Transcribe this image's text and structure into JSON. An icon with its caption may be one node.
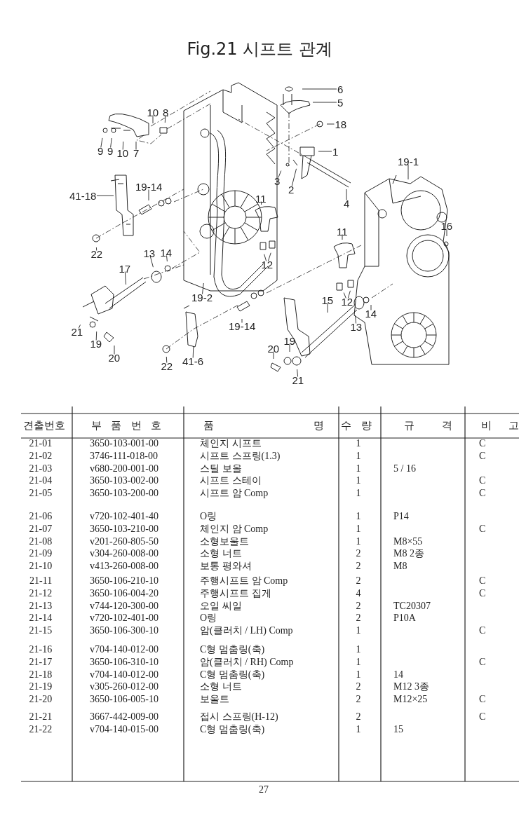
{
  "diagram": {
    "title": "Fig.21 시프트 관계",
    "nodes": [
      {
        "text": [
          "6"
        ]
      },
      {
        "text": [
          "5"
        ]
      },
      {
        "text": [
          "18"
        ]
      },
      {
        "text": [
          "10"
        ]
      },
      {
        "text": [
          "8"
        ]
      },
      {
        "text": [
          "9"
        ]
      },
      {
        "text": [
          "9"
        ]
      },
      {
        "text": [
          "10"
        ]
      },
      {
        "text": [
          "7"
        ]
      },
      {
        "text": [
          "1"
        ]
      },
      {
        "text": [
          "19-1"
        ]
      },
      {
        "text": [
          "3"
        ]
      },
      {
        "text": [
          "2"
        ]
      },
      {
        "text": [
          "19-14"
        ]
      },
      {
        "text": [
          "41-18"
        ]
      },
      {
        "text": [
          "4"
        ]
      },
      {
        "text": [
          "11"
        ]
      },
      {
        "text": [
          "11"
        ]
      },
      {
        "text": [
          "16"
        ]
      },
      {
        "text": [
          "22"
        ]
      },
      {
        "text": [
          "13"
        ]
      },
      {
        "text": [
          "14"
        ]
      },
      {
        "text": [
          "12"
        ]
      },
      {
        "text": [
          "17"
        ]
      },
      {
        "text": [
          "19-2"
        ]
      },
      {
        "text": [
          "15"
        ]
      },
      {
        "text": [
          "12"
        ]
      },
      {
        "text": [
          "14"
        ]
      },
      {
        "text": [
          "13"
        ]
      },
      {
        "text": [
          "19-14"
        ]
      },
      {
        "text": [
          "21"
        ]
      },
      {
        "text": [
          "19"
        ]
      },
      {
        "text": [
          "20"
        ]
      },
      {
        "text": [
          "20"
        ]
      },
      {
        "text": [
          "19"
        ]
      },
      {
        "text": [
          "22"
        ]
      },
      {
        "text": [
          "41-6"
        ]
      },
      {
        "text": [
          "21"
        ]
      }
    ],
    "edges": [
      {
        "from": 0,
        "to": null,
        "arrow": "none"
      },
      {
        "from": 1,
        "to": null,
        "arrow": "none"
      },
      {
        "from": 2,
        "to": null,
        "arrow": "none"
      },
      {
        "from": 3,
        "to": null,
        "arrow": "none"
      },
      {
        "from": 4,
        "to": null,
        "arrow": "none"
      },
      {
        "from": 5,
        "to": null,
        "arrow": "none"
      },
      {
        "from": 6,
        "to": null,
        "arrow": "none"
      },
      {
        "from": 7,
        "to": null,
        "arrow": "none"
      },
      {
        "from": 8,
        "to": null,
        "arrow": "none"
      },
      {
        "from": 9,
        "to": null,
        "arrow": "none"
      },
      {
        "from": 10,
        "to": null,
        "arrow": "none"
      },
      {
        "from": 11,
        "to": null,
        "arrow": "none"
      },
      {
        "from": 12,
        "to": null,
        "arrow": "none"
      },
      {
        "from": 13,
        "to": null,
        "arrow": "none"
      },
      {
        "from": 14,
        "to": null,
        "arrow": "none"
      },
      {
        "from": 15,
        "to": null,
        "arrow": "none"
      },
      {
        "from": 16,
        "to": null,
        "arrow": "none"
      },
      {
        "from": 17,
        "to": null,
        "arrow": "none"
      },
      {
        "from": 18,
        "to": null,
        "arrow": "none"
      },
      {
        "from": 19,
        "to": null,
        "arrow": "none"
      },
      {
        "from": 20,
        "to": null,
        "arrow": "none"
      },
      {
        "from": 21,
        "to": null,
        "arrow": "none"
      },
      {
        "from": 22,
        "to": null,
        "arrow": "none"
      },
      {
        "from": 22,
        "to": null,
        "arrow": "none"
      },
      {
        "from": 23,
        "to": null,
        "arrow": "none"
      },
      {
        "from": 24,
        "to": null,
        "arrow": "none"
      },
      {
        "from": 25,
        "to": null,
        "arrow": "none"
      },
      {
        "from": 26,
        "to": null,
        "arrow": "none"
      },
      {
        "from": 26,
        "to": null,
        "arrow": "none"
      },
      {
        "from": 27,
        "to": null,
        "arrow": "none"
      },
      {
        "from": 28,
        "to": null,
        "arrow": "none"
      },
      {
        "from": 29,
        "to": null,
        "arrow": "none"
      },
      {
        "from": 30,
        "to": null,
        "arrow": "none"
      },
      {
        "from": 31,
        "to": null,
        "arrow": "none"
      },
      {
        "from": 32,
        "to": null,
        "arrow": "none"
      },
      {
        "from": 33,
        "to": null,
        "arrow": "none"
      },
      {
        "from": 34,
        "to": null,
        "arrow": "none"
      },
      {
        "from": 35,
        "to": null,
        "arrow": "none"
      },
      {
        "from": 36,
        "to": null,
        "arrow": "none"
      },
      {
        "from": 37,
        "to": null,
        "arrow": "none"
      }
    ],
    "labels": [
      "견출번호",
      "부 품 번 호",
      "품 명",
      "수 량",
      "규 격",
      "비 고",
      "21-01",
      "3650-103-001-00",
      "체인지 시프트",
      "1",
      "C",
      "21-02",
      "3746-111-018-00",
      "시프트 스프링(1.3)",
      "1",
      "C",
      "21-03",
      "v680-200-001-00",
      "스틸 보올",
      "1",
      "5 / 16",
      "21-04",
      "3650-103-002-00",
      "시프트 스테이",
      "1",
      "C",
      "21-05",
      "3650-103-200-00",
      "시프트 암 Comp",
      "1",
      "C",
      "21-06",
      "v720-102-401-40",
      "O링",
      "1",
      "P14",
      "21-07",
      "3650-103-210-00",
      "체인지 암 Comp",
      "1",
      "C",
      "21-08",
      "v201-260-805-50",
      "소형보울트",
      "1",
      "M8×55",
      "21-09",
      "v304-260-008-00",
      "소형 너트",
      "2",
      "M8 2종",
      "21-10",
      "v413-260-008-00",
      "보통 평와셔",
      "2",
      "M8",
      "21-11",
      "3650-106-210-10",
      "주행시프트 암 Comp",
      "2",
      "C",
      "21-12",
      "3650-106-004-20",
      "주행시프트 집게",
      "4",
      "C",
      "21-13",
      "v744-120-300-00",
      "오일 씨일",
      "2",
      "TC20307",
      "21-14",
      "v720-102-401-00",
      "O링",
      "2",
      "P10A",
      "21-15",
      "3650-106-300-10",
      "암(클러치 / LH) Comp",
      "1",
      "C",
      "21-16",
      "v704-140-012-00",
      "C형 멈춤링(축)",
      "1",
      "21-17",
      "3650-106-310-10",
      "암(클러치 / RH) Comp",
      "1",
      "C",
      "21-18",
      "v704-140-012-00",
      "C형 멈춤링(축)",
      "1",
      "14",
      "21-19",
      "v305-260-012-00",
      "소형 너트",
      "2",
      "M12 3종",
      "21-20",
      "3650-106-005-10",
      "보울트",
      "2",
      "M12×25",
      "C",
      "21-21",
      "3667-442-009-00",
      "접시 스프링(H-12)",
      "2",
      "C",
      "21-22",
      "v704-140-015-00",
      "C형 멈춤링(축)",
      "1",
      "15",
      "27"
    ]
  }
}
